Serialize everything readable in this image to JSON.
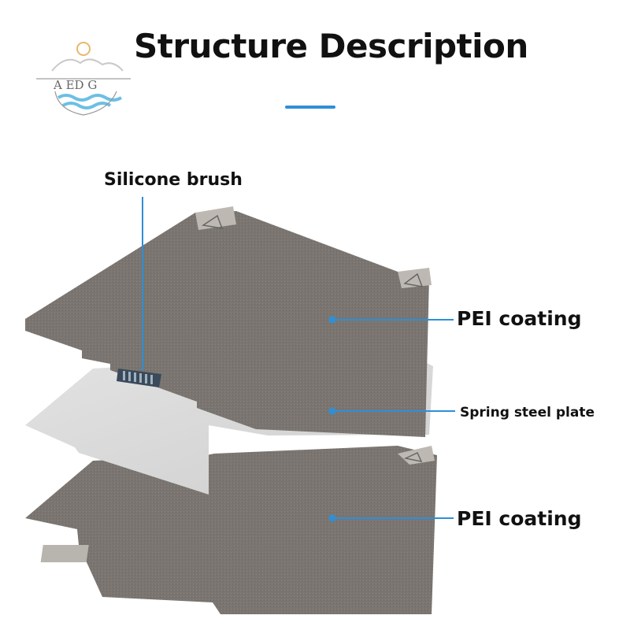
{
  "header": {
    "title": "Structure Description",
    "accent_color": "#2f8fd6"
  },
  "logo": {
    "text": "A ED G",
    "icon": "sun-mountain-waves-logo"
  },
  "labels": {
    "silicone_brush": "Silicone brush",
    "top_layer": "PEI coating",
    "middle_layer": "Spring steel plate",
    "bottom_layer": "PEI coating"
  },
  "colors": {
    "pei_sheet": "#7a7570",
    "steel_sheet": "#d8d8d8",
    "leader_line": "#2f8fd6"
  }
}
